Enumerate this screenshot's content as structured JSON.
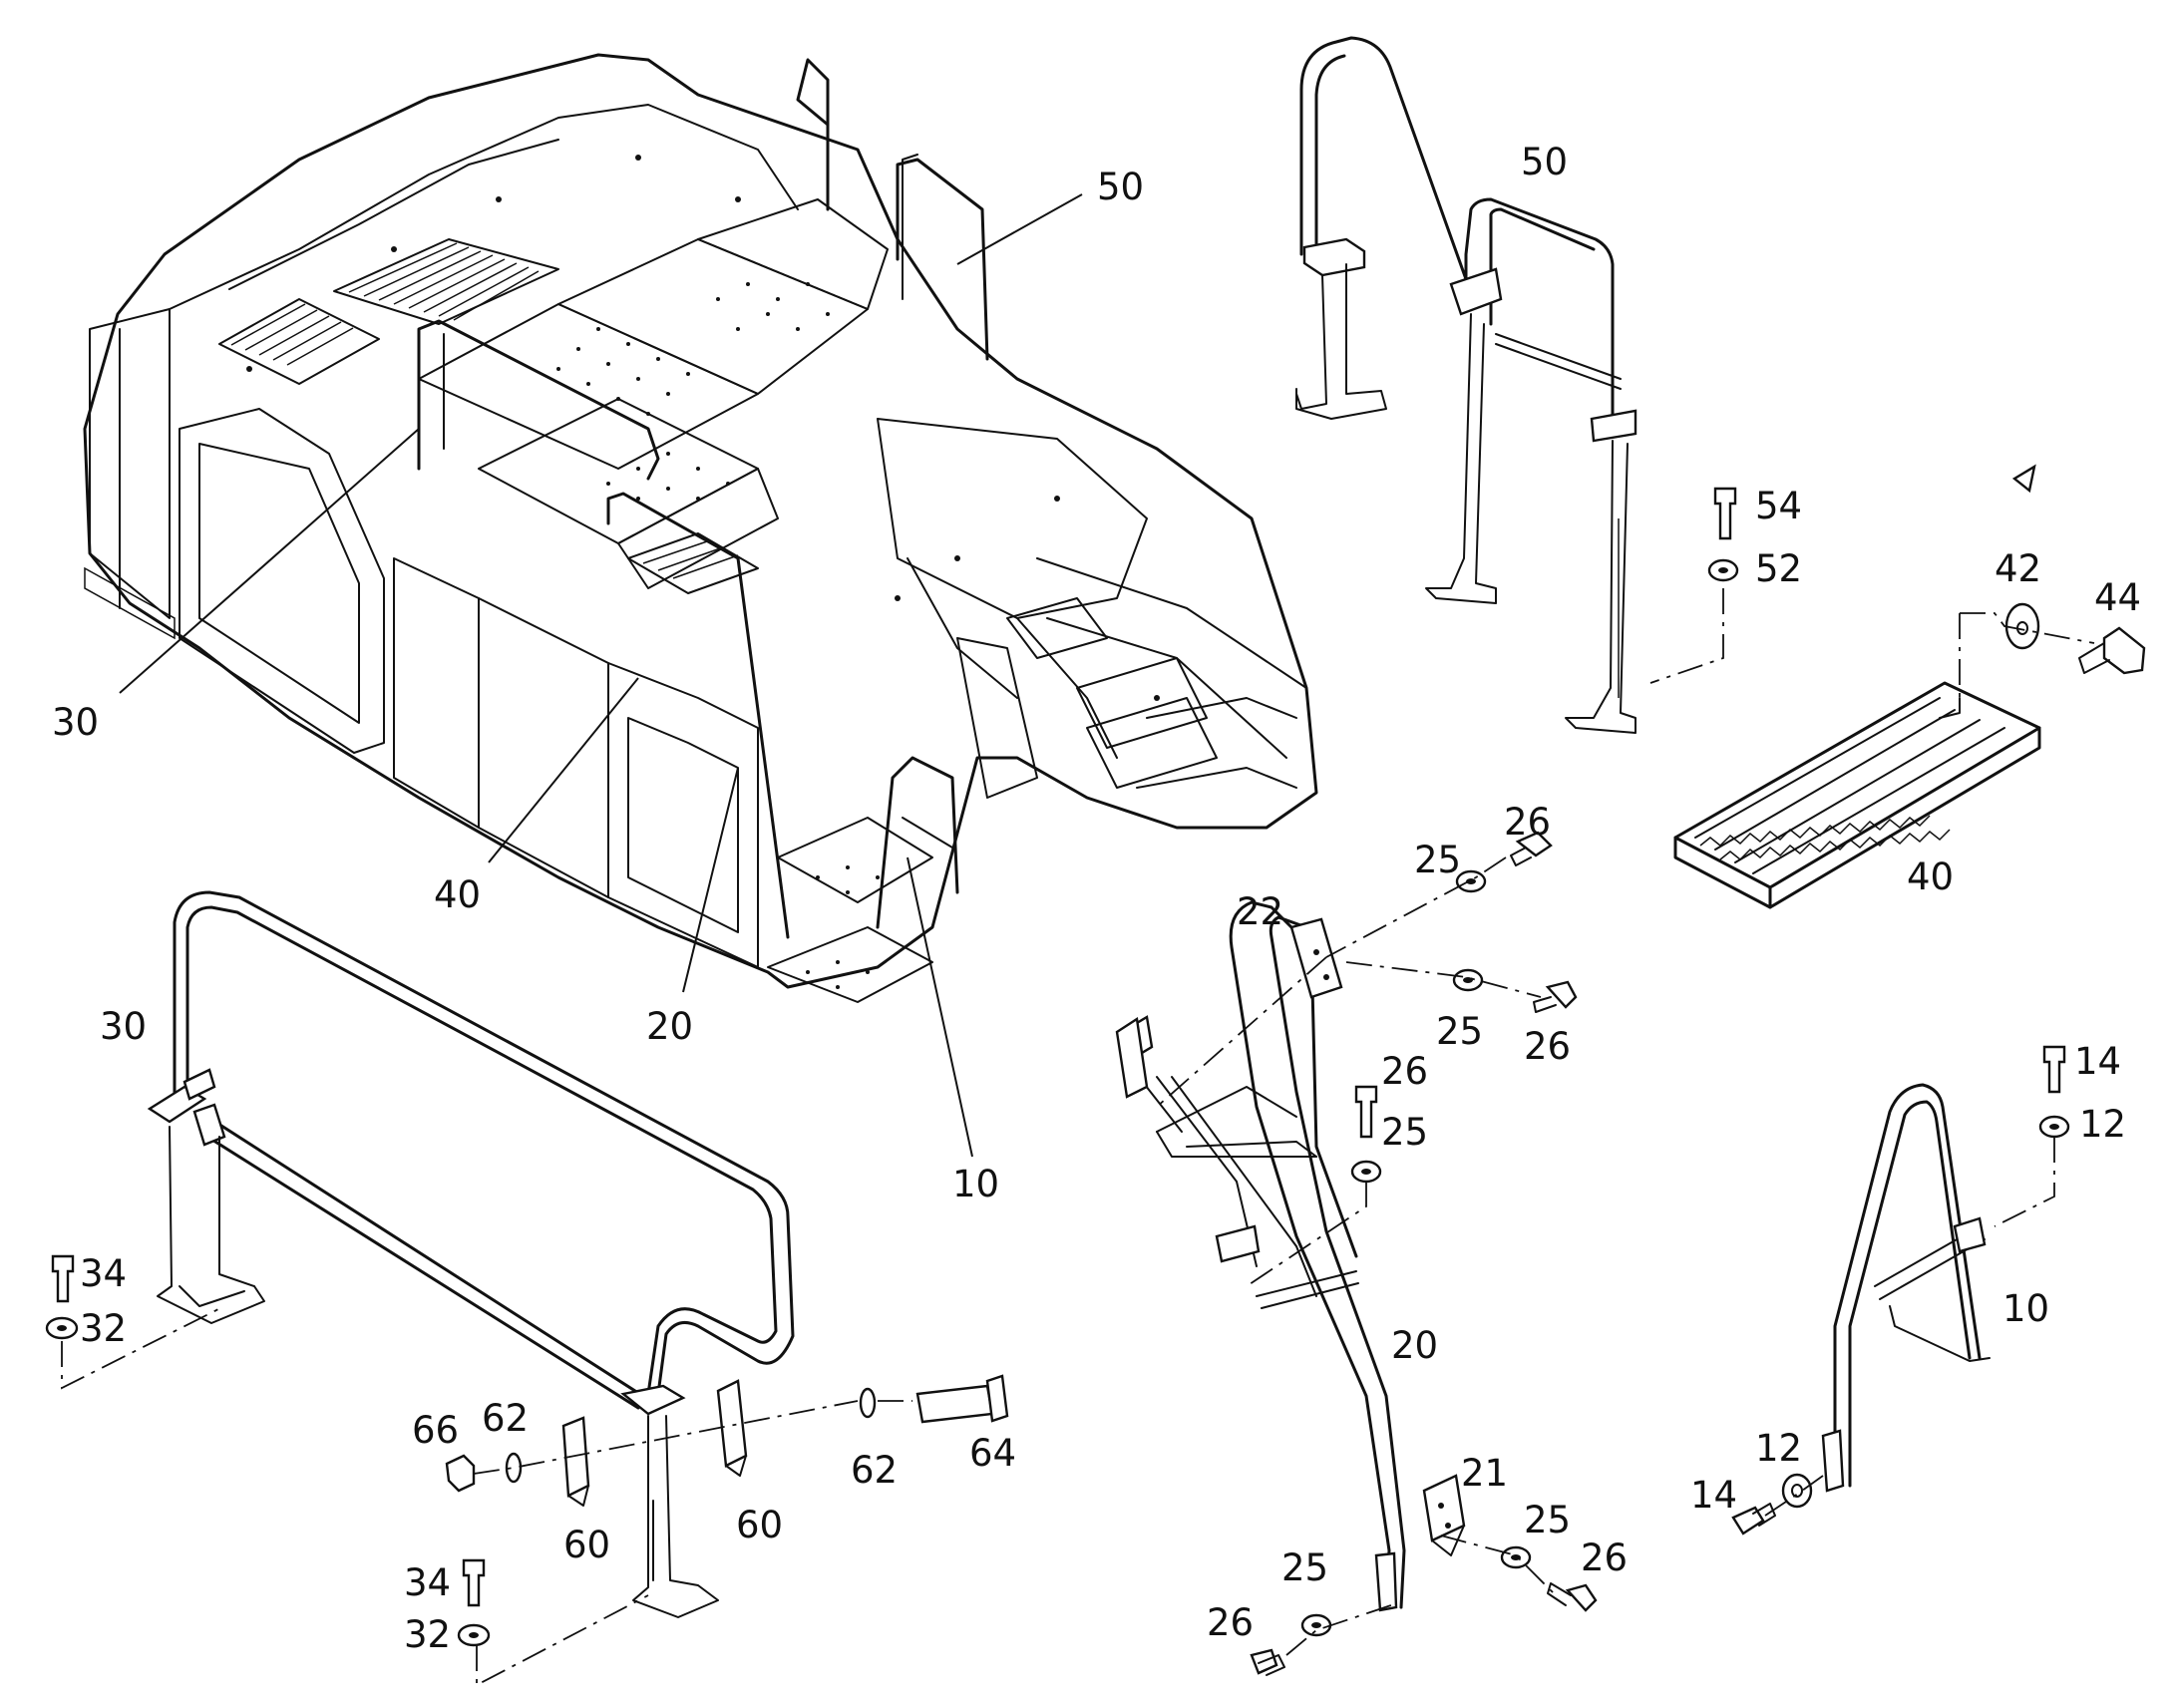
{
  "callouts": [
    {
      "id": "c-50-main",
      "text": "50"
    },
    {
      "id": "c-30-main",
      "text": "30"
    },
    {
      "id": "c-40-main",
      "text": "40"
    },
    {
      "id": "c-20-main",
      "text": "20"
    },
    {
      "id": "c-10-main",
      "text": "10"
    },
    {
      "id": "c-50-detail",
      "text": "50"
    },
    {
      "id": "c-54",
      "text": "54"
    },
    {
      "id": "c-52",
      "text": "52"
    },
    {
      "id": "c-42",
      "text": "42"
    },
    {
      "id": "c-44",
      "text": "44"
    },
    {
      "id": "c-40-detail",
      "text": "40"
    },
    {
      "id": "c-26-a",
      "text": "26"
    },
    {
      "id": "c-25-a",
      "text": "25"
    },
    {
      "id": "c-22",
      "text": "22"
    },
    {
      "id": "c-25-b",
      "text": "25"
    },
    {
      "id": "c-26-b",
      "text": "26"
    },
    {
      "id": "c-26-c",
      "text": "26"
    },
    {
      "id": "c-25-c",
      "text": "25"
    },
    {
      "id": "c-20-detail",
      "text": "20"
    },
    {
      "id": "c-21",
      "text": "21"
    },
    {
      "id": "c-25-d",
      "text": "25"
    },
    {
      "id": "c-26-d",
      "text": "26"
    },
    {
      "id": "c-25-e",
      "text": "25"
    },
    {
      "id": "c-26-e",
      "text": "26"
    },
    {
      "id": "c-30-detail",
      "text": "30"
    },
    {
      "id": "c-34-a",
      "text": "34"
    },
    {
      "id": "c-32-a",
      "text": "32"
    },
    {
      "id": "c-66",
      "text": "66"
    },
    {
      "id": "c-62-a",
      "text": "62"
    },
    {
      "id": "c-60-a",
      "text": "60"
    },
    {
      "id": "c-60-b",
      "text": "60"
    },
    {
      "id": "c-62-b",
      "text": "62"
    },
    {
      "id": "c-64",
      "text": "64"
    },
    {
      "id": "c-34-b",
      "text": "34"
    },
    {
      "id": "c-32-b",
      "text": "32"
    },
    {
      "id": "c-14-a",
      "text": "14"
    },
    {
      "id": "c-12-a",
      "text": "12"
    },
    {
      "id": "c-10-detail",
      "text": "10"
    },
    {
      "id": "c-12-b",
      "text": "12"
    },
    {
      "id": "c-14-b",
      "text": "14"
    }
  ]
}
